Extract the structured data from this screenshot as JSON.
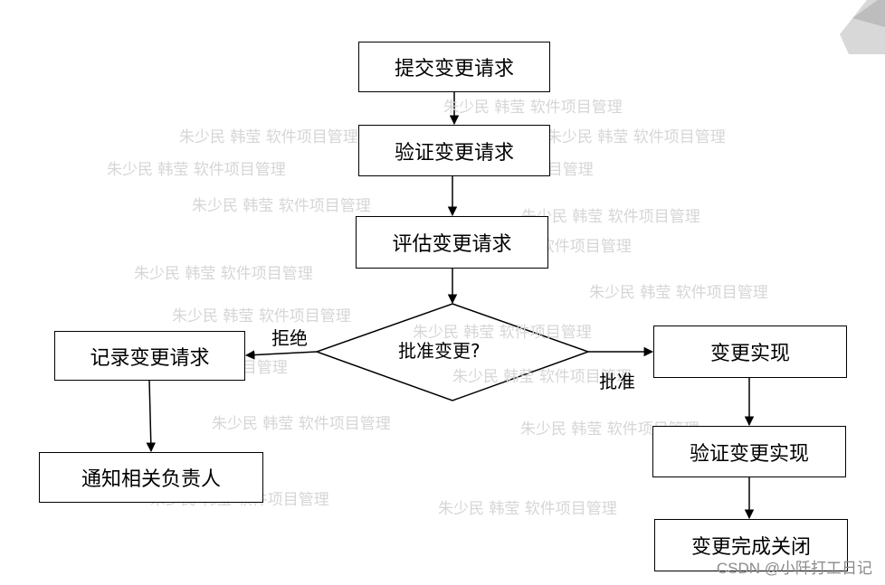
{
  "nodes": {
    "submit": "提交变更请求",
    "verify_request": "验证变更请求",
    "evaluate": "评估变更请求",
    "decision": "批准变更?",
    "record": "记录变更请求",
    "notify": "通知相关负责人",
    "implement": "变更实现",
    "verify_impl": "验证变更实现",
    "close": "变更完成关闭"
  },
  "edges": {
    "reject_label": "拒绝",
    "approve_label": "批准"
  },
  "watermark": "朱少民 韩莹 软件项目管理",
  "credit": "CSDN @小阡打工日记"
}
